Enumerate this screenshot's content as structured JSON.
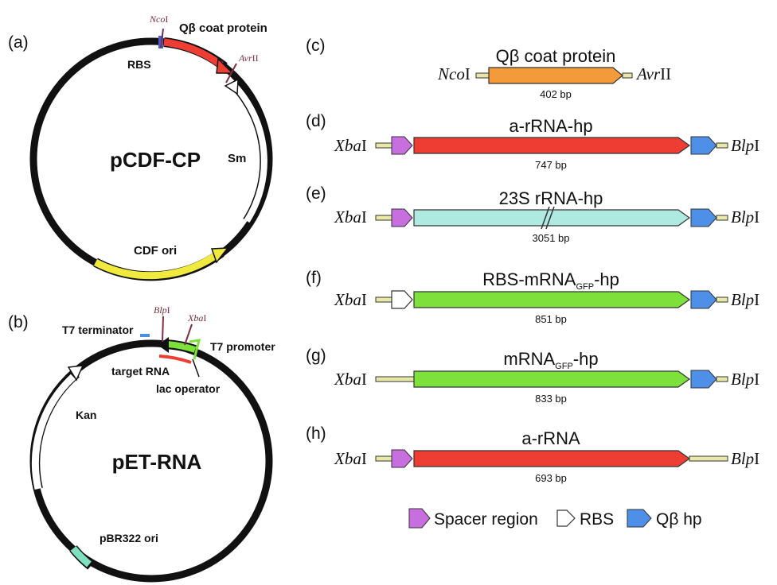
{
  "colors": {
    "backbone": "#111111",
    "red": "#ee3d33",
    "orange": "#f39a3a",
    "cyan": "#aeeae0",
    "green": "#7ee03a",
    "yellow": "#f1ea3e",
    "purple": "#c86fe0",
    "blue": "#4e8fe8",
    "teal": "#7fe0c0",
    "siteRed": "#7a3040",
    "line": "#e8e8a8"
  },
  "panel_a": {
    "label": "(a)",
    "plasmid": "pCDF-CP",
    "features": {
      "ncoI": {
        "it": "Nco",
        "rest": "I"
      },
      "avrII": {
        "it": "Avr",
        "rest": "II"
      },
      "rbs": "RBS",
      "coat": "Qβ coat protein",
      "sm": "Sm",
      "ori": "CDF ori"
    }
  },
  "panel_b": {
    "label": "(b)",
    "plasmid": "pET-RNA",
    "features": {
      "blpI": {
        "it": "Blp",
        "rest": "I"
      },
      "xbaI": {
        "it": "Xba",
        "rest": "I"
      },
      "t7term": "T7 terminator",
      "t7prom": "T7 promoter",
      "target": "target RNA",
      "lac": "lac operator",
      "kan": "Kan",
      "ori": "pBR322 ori"
    }
  },
  "constructs": [
    {
      "label": "(c)",
      "title": "Qβ coat protein",
      "bp": "402 bp",
      "left": {
        "it": "Nco",
        "rest": "I"
      },
      "right": {
        "it": "Avr",
        "rest": "II"
      }
    },
    {
      "label": "(d)",
      "title": "a-rRNA-hp",
      "bp": "747 bp",
      "left": {
        "it": "Xba",
        "rest": "I"
      },
      "right": {
        "it": "Blp",
        "rest": "I"
      }
    },
    {
      "label": "(e)",
      "title": "23S rRNA-hp",
      "bp": "3051 bp",
      "left": {
        "it": "Xba",
        "rest": "I"
      },
      "right": {
        "it": "Blp",
        "rest": "I"
      }
    },
    {
      "label": "(f)",
      "title_main": "RBS-mRNA",
      "title_sub": "GFP",
      "title_end": "-hp",
      "bp": "851 bp",
      "left": {
        "it": "Xba",
        "rest": "I"
      },
      "right": {
        "it": "Blp",
        "rest": "I"
      }
    },
    {
      "label": "(g)",
      "title_main": "mRNA",
      "title_sub": "GFP",
      "title_end": "-hp",
      "bp": "833 bp",
      "left": {
        "it": "Xba",
        "rest": "I"
      },
      "right": {
        "it": "Blp",
        "rest": "I"
      }
    },
    {
      "label": "(h)",
      "title": "a-rRNA",
      "bp": "693 bp",
      "left": {
        "it": "Xba",
        "rest": "I"
      },
      "right": {
        "it": "Blp",
        "rest": "I"
      }
    }
  ],
  "legend": {
    "spacer": "Spacer region",
    "rbs": "RBS",
    "hp": "Qβ hp"
  }
}
